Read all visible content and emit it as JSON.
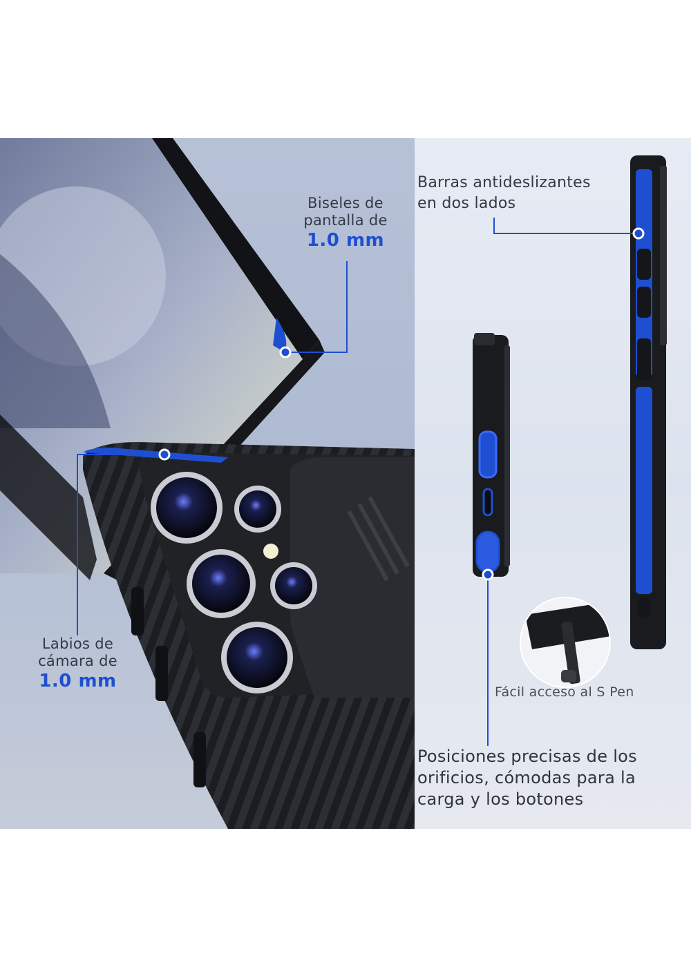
{
  "callouts": {
    "bezels": {
      "line1": "Biseles de",
      "line2": "pantalla de",
      "value": "1.0 mm"
    },
    "camera_lips": {
      "line1": "Labios de",
      "line2": "cámara de",
      "value": "1.0 mm"
    },
    "antislip": {
      "line1": "Barras antideslizantes",
      "line2": "en dos lados"
    },
    "spen": {
      "text": "Fácil acceso al S Pen"
    },
    "holes": {
      "line1": "Posiciones precisas de los",
      "line2": "orificios, cómodas para la",
      "line3": "carga y los botones"
    }
  },
  "colors": {
    "accent": "#1f4fd1",
    "case_black": "#1c1e22",
    "panel_left": "#b7c1d6",
    "panel_right": "#e2e6ef"
  }
}
